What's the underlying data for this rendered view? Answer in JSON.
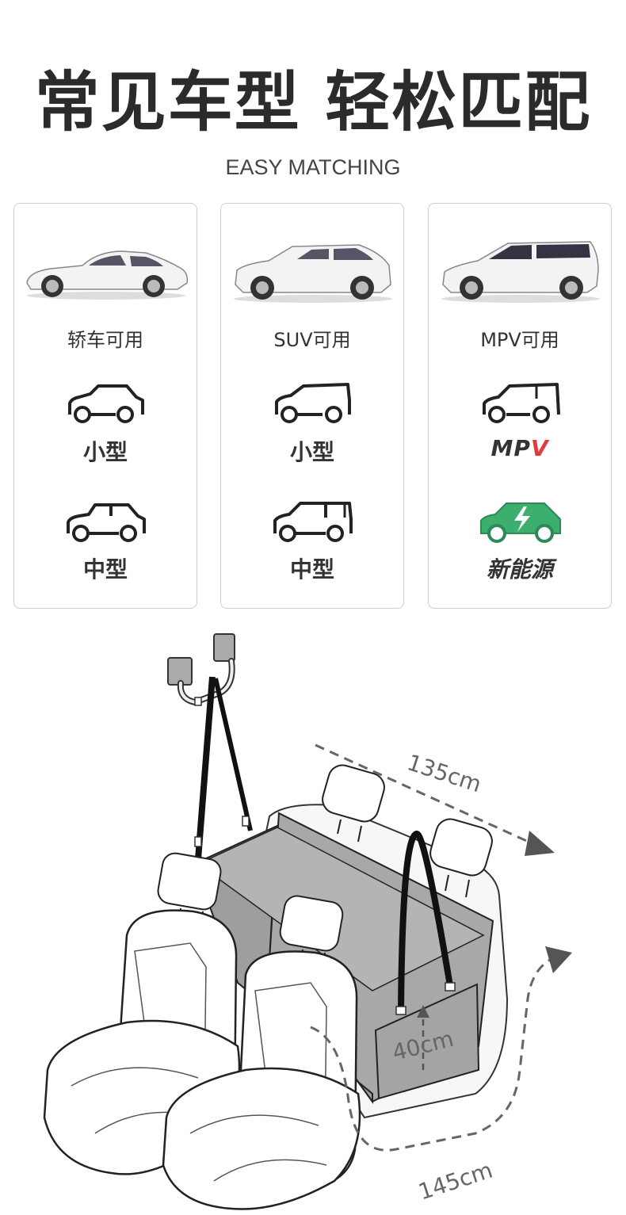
{
  "header": {
    "title": "常见车型 轻松匹配",
    "subtitle": "EASY MATCHING"
  },
  "cards": [
    {
      "label": "轿车可用",
      "type1": "小型",
      "type2": "中型",
      "photo_icon": "sedan-photo"
    },
    {
      "label": "SUV可用",
      "type1": "小型",
      "type2": "中型",
      "photo_icon": "suv-photo"
    },
    {
      "label": "MPV可用",
      "type1": "MPV",
      "type2": "新能源",
      "photo_icon": "mpv-photo"
    }
  ],
  "colors": {
    "accent_red": "#e23b3b",
    "ev_green": "#3cae6e",
    "cover_gray": "#a8a8a8"
  },
  "dimensions": {
    "length_top": "135cm",
    "height": "40cm",
    "width_bottom": "145cm"
  }
}
